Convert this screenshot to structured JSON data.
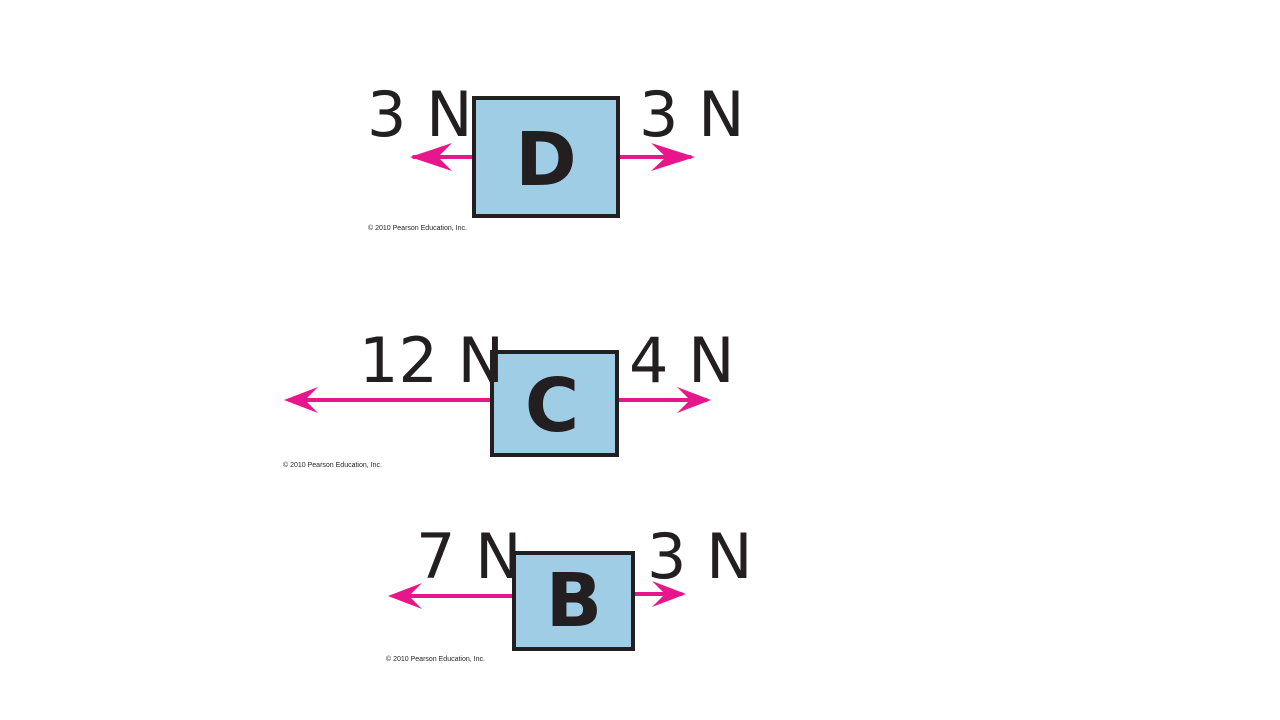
{
  "colors": {
    "arrow": "#e8168b",
    "box_fill": "#a0cde6",
    "box_stroke": "#231f20",
    "text": "#231f20",
    "background": "#ffffff"
  },
  "diagrams": [
    {
      "box_label": "D",
      "left_force": "3 N",
      "right_force": "3 N",
      "copyright": "© 2010 Pearson Education, Inc."
    },
    {
      "box_label": "C",
      "left_force": "12 N",
      "right_force": "4 N",
      "copyright": "© 2010 Pearson Education, Inc."
    },
    {
      "box_label": "B",
      "left_force": "7 N",
      "right_force": "3 N",
      "copyright": "© 2010 Pearson Education, Inc."
    }
  ]
}
